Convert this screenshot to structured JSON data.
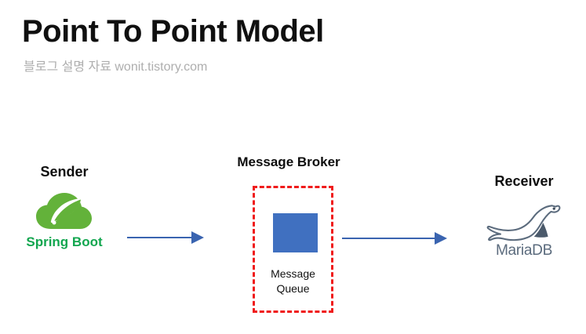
{
  "header": {
    "title": "Point To Point Model",
    "subtitle": "블로그 설명 자료 wonit.tistory.com"
  },
  "diagram": {
    "sender": {
      "label": "Sender",
      "icon": "spring-boot-logo",
      "caption": "Spring Boot",
      "caption_color": "#12a64f"
    },
    "broker": {
      "label": "Message Broker",
      "border_color": "#f01b1b",
      "queue_color": "#4070c0",
      "queue_caption_line1": "Message",
      "queue_caption_line2": "Queue"
    },
    "receiver": {
      "label": "Receiver",
      "icon": "mariadb-logo",
      "caption": "MariaDB"
    },
    "arrows": [
      {
        "name": "sender-to-broker",
        "color": "#3a64b0"
      },
      {
        "name": "broker-to-receiver",
        "color": "#3a64b0"
      }
    ]
  }
}
